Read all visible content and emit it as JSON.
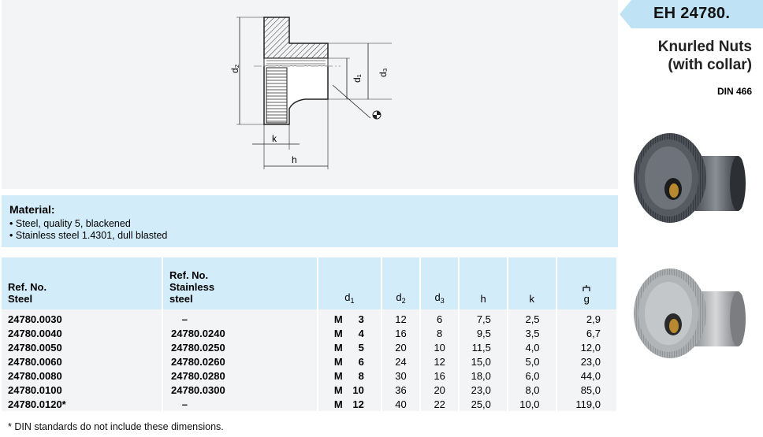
{
  "header": {
    "code": "EH 24780.",
    "title_line1": "Knurled Nuts",
    "title_line2": "(with collar)",
    "standard": "DIN 466"
  },
  "drawing": {
    "labels": {
      "d2": "d",
      "d2_sub": "2",
      "d1": "d",
      "d1_sub": "1",
      "d3": "d",
      "d3_sub": "3",
      "k": "k",
      "h": "h"
    }
  },
  "material": {
    "title": "Material:",
    "items": [
      "Steel, quality 5, blackened",
      "Stainless steel 1.4301, dull blasted"
    ]
  },
  "table": {
    "headers": {
      "ref_steel_line1": "Ref. No.",
      "ref_steel_line2": "Steel",
      "ref_stainless_line1": "Ref. No.",
      "ref_stainless_line2": "Stainless",
      "ref_stainless_line3": "steel",
      "d1": "d",
      "d1_sub": "1",
      "d2": "d",
      "d2_sub": "2",
      "d3": "d",
      "d3_sub": "3",
      "h": "h",
      "k": "k",
      "weight": "g"
    },
    "rows": [
      {
        "steel": "24780.0030",
        "stainless": "–",
        "thread_m": "M",
        "thread_size": "3",
        "d2": "12",
        "d3": "6",
        "h": "7,5",
        "k": "2,5",
        "g": "2,9"
      },
      {
        "steel": "24780.0040",
        "stainless": "24780.0240",
        "thread_m": "M",
        "thread_size": "4",
        "d2": "16",
        "d3": "8",
        "h": "9,5",
        "k": "3,5",
        "g": "6,7"
      },
      {
        "steel": "24780.0050",
        "stainless": "24780.0250",
        "thread_m": "M",
        "thread_size": "5",
        "d2": "20",
        "d3": "10",
        "h": "11,5",
        "k": "4,0",
        "g": "12,0"
      },
      {
        "steel": "24780.0060",
        "stainless": "24780.0260",
        "thread_m": "M",
        "thread_size": "6",
        "d2": "24",
        "d3": "12",
        "h": "15,0",
        "k": "5,0",
        "g": "23,0"
      },
      {
        "steel": "24780.0080",
        "stainless": "24780.0280",
        "thread_m": "M",
        "thread_size": "8",
        "d2": "30",
        "d3": "16",
        "h": "18,0",
        "k": "6,0",
        "g": "44,0"
      },
      {
        "steel": "24780.0100",
        "stainless": "24780.0300",
        "thread_m": "M",
        "thread_size": "10",
        "d2": "36",
        "d3": "20",
        "h": "23,0",
        "k": "8,0",
        "g": "85,0"
      },
      {
        "steel": "24780.0120*",
        "stainless": "–",
        "thread_m": "M",
        "thread_size": "12",
        "d2": "40",
        "d3": "22",
        "h": "25,0",
        "k": "10,0",
        "g": "119,0"
      }
    ]
  },
  "footnote": "* DIN standards do not include these dimensions."
}
